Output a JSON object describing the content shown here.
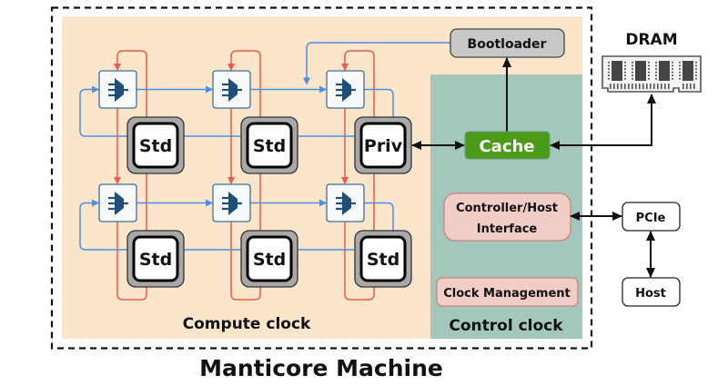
{
  "title": "Manticore Machine",
  "colors": {
    "compute_region": "#fbe5cb",
    "control_region": "#a3c6bd",
    "mesh_link": "#4a8fe8",
    "clock_link": "#ec5b45",
    "router_icon": "#1f4e79",
    "cache": "#4b9a18",
    "interface_box": "#f2cdc6",
    "bootloader": "#c8c8c8"
  },
  "regions": {
    "compute_label": "Compute clock",
    "control_label": "Control clock"
  },
  "cores": [
    {
      "label": "Std",
      "type": "standard"
    },
    {
      "label": "Std",
      "type": "standard"
    },
    {
      "label": "Priv",
      "type": "privileged"
    },
    {
      "label": "Std",
      "type": "standard"
    },
    {
      "label": "Std",
      "type": "standard"
    },
    {
      "label": "Std",
      "type": "standard"
    }
  ],
  "blocks": {
    "bootloader": "Bootloader",
    "cache": "Cache",
    "controller_line1": "Controller/Host",
    "controller_line2": "Interface",
    "clock_management": "Clock Management"
  },
  "external": {
    "dram": "DRAM",
    "pcie": "PCIe",
    "host": "Host"
  }
}
